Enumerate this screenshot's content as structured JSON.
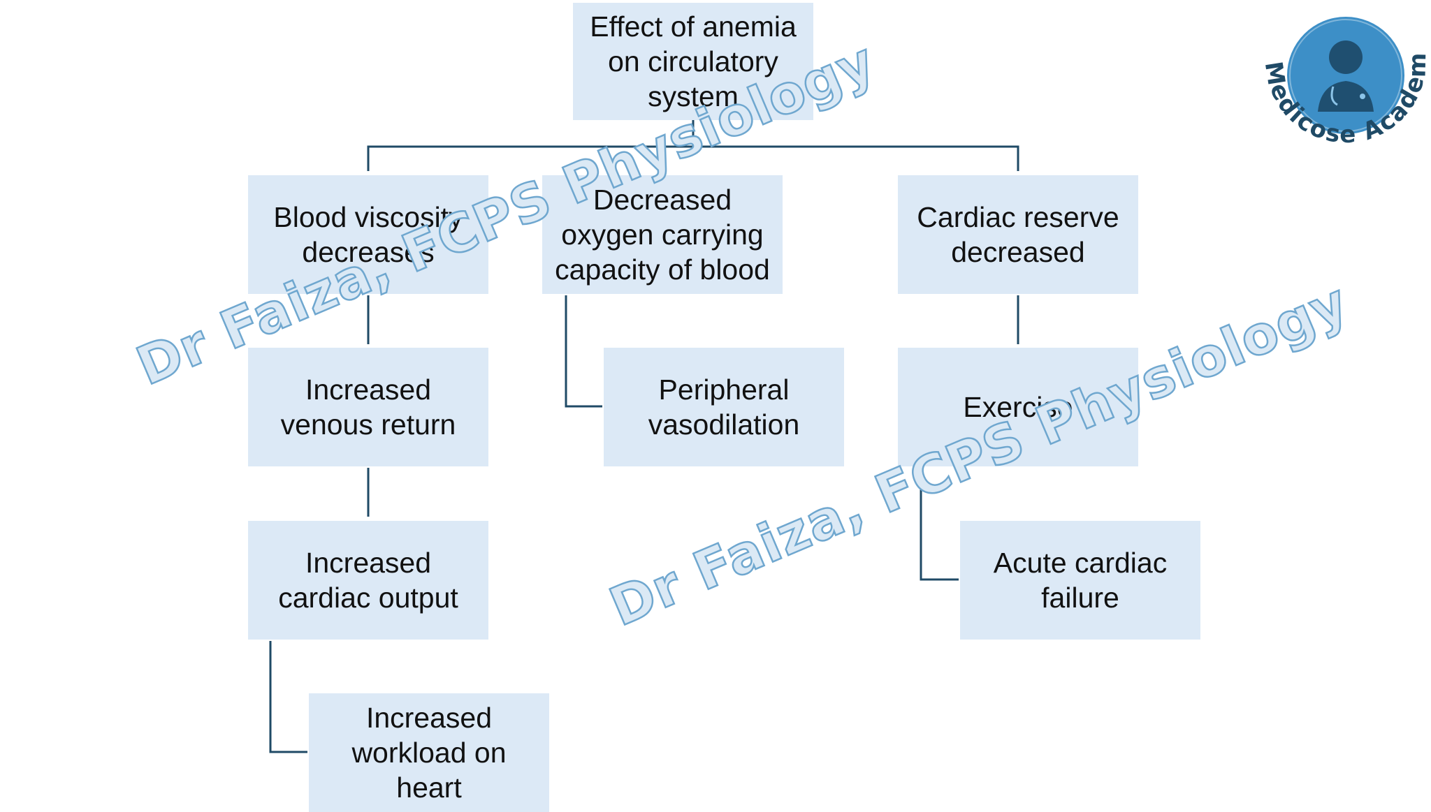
{
  "nodes": {
    "root": "Effect of anemia\non circulatory\nsystem",
    "viscosity": "Blood viscosity\ndecreases",
    "oxygen": "Decreased\noxygen carrying\ncapacity of blood",
    "reserve": "Cardiac reserve\ndecreased",
    "venous": "Increased\nvenous return",
    "vasodilation": "Peripheral\nvasodilation",
    "exercise": "Exercise",
    "output": "Increased\ncardiac output",
    "failure": "Acute cardiac\nfailure",
    "workload": "Increased\nworkload on\nheart"
  },
  "watermark": "Dr Faiza, FCPS Physiology",
  "logo": {
    "text": "Medicose Academics",
    "icon": "doctor-avatar-icon"
  },
  "colors": {
    "box": "#dce9f6",
    "line": "#1f4a66",
    "watermark_fill": "#dbe9f5",
    "watermark_stroke": "#6fa7cf",
    "logo": "#3d8fc7"
  }
}
